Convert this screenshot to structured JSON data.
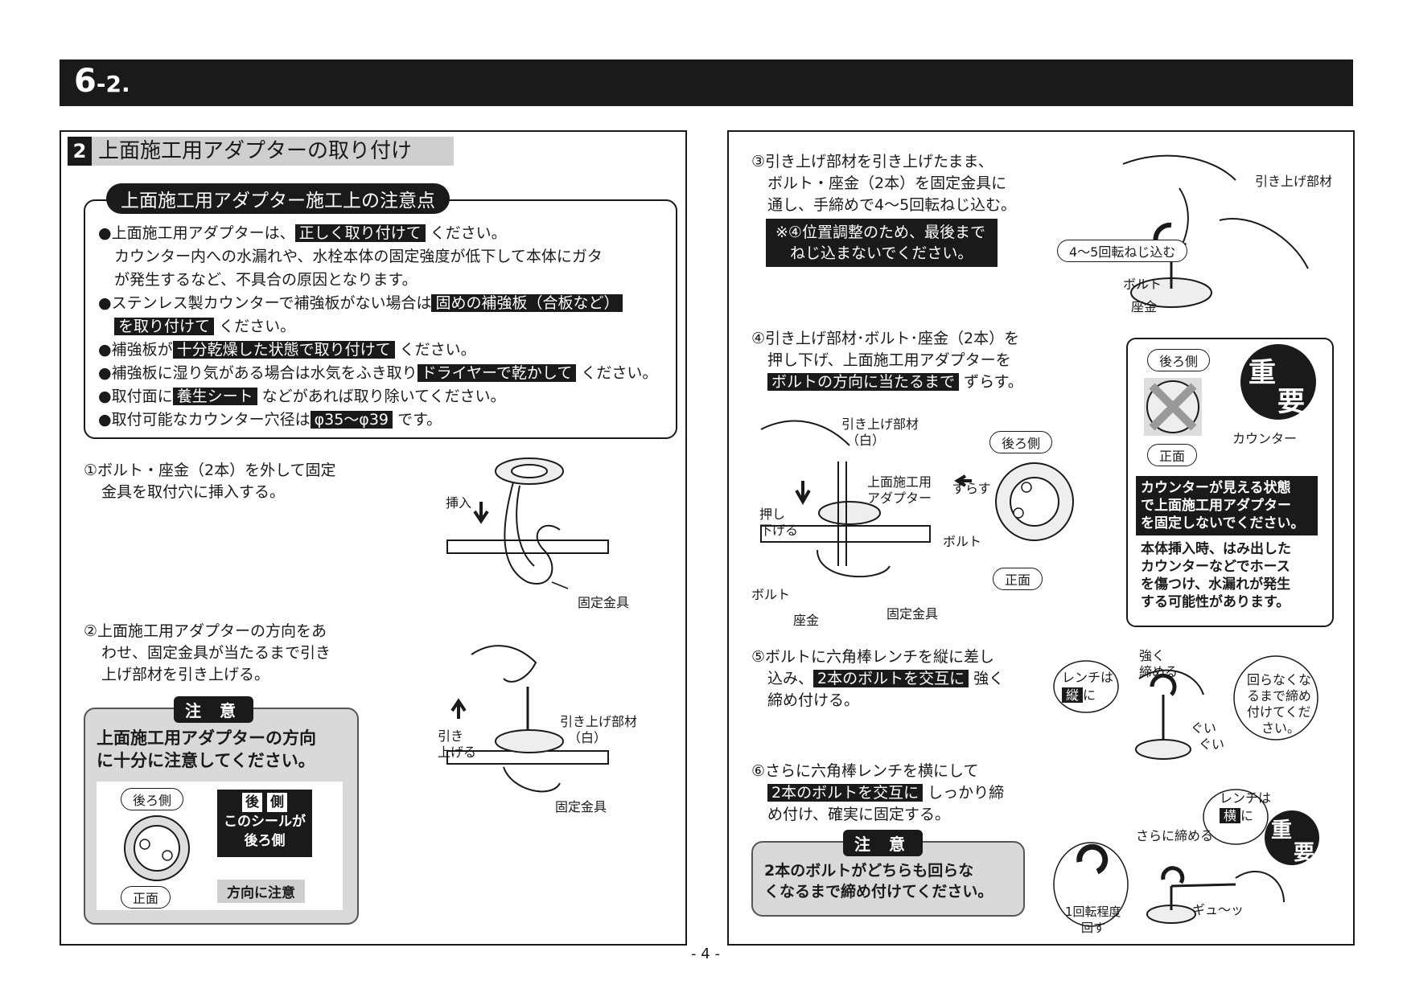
{
  "header": {
    "section_main": "6",
    "section_sub": "-2."
  },
  "left": {
    "section_number": "2",
    "section_title": "上面施工用アダプターの取り付け",
    "notes_title": "上面施工用アダプター施工上の注意点",
    "notes": {
      "n1_pre": "●上面施工用アダプターは、",
      "n1_hl": "正しく取り付けて",
      "n1_post": "ください。",
      "n1_l2": "カウンター内への水漏れや、水栓本体の固定強度が低下して本体にガタ",
      "n1_l3": "が発生するなど、不具合の原因となります。",
      "n2_pre": "●ステンレス製カウンターで補強板がない場合は",
      "n2_hl1": "固めの補強板（合板など）",
      "n2_hl2": "を取り付けて",
      "n2_post": "ください。",
      "n3_pre": "●補強板が",
      "n3_hl": "十分乾燥した状態で取り付けて",
      "n3_post": "ください。",
      "n4_pre": "●補強板に湿り気がある場合は水気をふき取り",
      "n4_hl": "ドライヤーで乾かして",
      "n4_post": "ください。",
      "n5_pre": "●取付面に",
      "n5_hl": "養生シート",
      "n5_post": "などがあれば取り除いてください。",
      "n6_pre": "●取付可能なカウンター穴径は",
      "n6_hl": "φ35〜φ39",
      "n6_post": "です。"
    },
    "step1_l1": "①ボルト・座金（2本）を外して固定",
    "step1_l2": "金具を取付穴に挿入する。",
    "step1_insert": "挿入",
    "step1_bracket": "固定金具",
    "step2_l1": "②上面施工用アダプターの方向をあ",
    "step2_l2": "わせ、固定金具が当たるまで引き",
    "step2_l3": "上げ部材を引き上げる。",
    "step2_pull_1": "引き",
    "step2_pull_2": "上げる",
    "step2_lift_1": "引き上げ部材",
    "step2_lift_2": "（白）",
    "step2_bracket": "固定金具",
    "caution": {
      "label": "注 意",
      "text_l1": "上面施工用アダプターの方向",
      "text_l2": "に十分に注意してください。",
      "back": "後ろ側",
      "front": "正面",
      "sticker_1": "後",
      "sticker_2": "側",
      "sticker_3": "このシールが",
      "sticker_4": "後ろ側",
      "direction": "方向に注意"
    }
  },
  "right": {
    "step3_l1": "③引き上げ部材を引き上げたまま、",
    "step3_l2": "ボルト・座金（2本）を固定金具に",
    "step3_l3": "通し、手締めで4〜5回転ねじ込む。",
    "step3_note_l1": "※④位置調整のため、最後まで",
    "step3_note_l2": "ねじ込まないでください。",
    "step3_lift": "引き上げ部材",
    "step3_turns": "4〜5回転ねじ込む",
    "step3_bolt": "ボルト",
    "step3_washer": "座金",
    "step4_l1": "④引き上げ部材･ボルト･座金（2本）を",
    "step4_l2": "押し下げ、上面施工用アダプターを",
    "step4_hl": "ボルトの方向に当たるまで",
    "step4_post": "ずらす。",
    "step4_lift_1": "引き上げ部材",
    "step4_lift_2": "（白）",
    "step4_adapter_1": "上面施工用",
    "step4_adapter_2": "アダプター",
    "step4_push_1": "押し",
    "step4_push_2": "下げる",
    "step4_bolt": "ボルト",
    "step4_washer": "座金",
    "step4_bracket": "固定金具",
    "step4_back": "後ろ側",
    "step4_slide": "ずらす",
    "step4_bolt2": "ボルト",
    "step4_front": "正面",
    "important": {
      "back": "後ろ側",
      "front": "正面",
      "counter": "カウンター",
      "badge_1": "重",
      "badge_2": "要",
      "black_l1": "カウンターが見える状態",
      "black_l2": "で上面施工用アダプター",
      "black_l3": "を固定しないでください。",
      "text_l1": "本体挿入時、はみ出した",
      "text_l2": "カウンターなどでホース",
      "text_l3": "を傷つけ、水漏れが発生",
      "text_l4": "する可能性があります。"
    },
    "step5_l1": "⑤ボルトに六角棒レンチを縦に差し",
    "step5_pre": "込み、",
    "step5_hl": "2本のボルトを交互に",
    "step5_post": "強く",
    "step5_l3": "締め付ける。",
    "step5_wrench_1": "レンチは",
    "step5_wrench_2": "縦",
    "step5_wrench_3": "に",
    "step5_strong_1": "強く",
    "step5_strong_2": "締める",
    "step5_gui_1": "ぐい",
    "step5_gui_2": "ぐい",
    "step5_bubble_1": "回らなくな",
    "step5_bubble_2": "るまで締め",
    "step5_bubble_3": "付けてくだ",
    "step5_bubble_4": "さい。",
    "step6_l1": "⑥さらに六角棒レンチを横にして",
    "step6_hl": "2本のボルトを交互に",
    "step6_post": "しっかり締",
    "step6_l3": "め付け、確実に固定する。",
    "step6_caution_label": "注 意",
    "step6_caution_l1": "2本のボルトがどちらも回らな",
    "step6_caution_l2": "くなるまで締め付けてください。",
    "step6_rot_1": "1回転程度",
    "step6_rot_2": "回す",
    "step6_more": "さらに締める",
    "step6_wrench_1": "レンチは",
    "step6_wrench_2": "横",
    "step6_wrench_3": "に",
    "step6_gyu": "ギュ〜ッ",
    "step6_badge_1": "重",
    "step6_badge_2": "要"
  },
  "page_number": "- 4 -"
}
